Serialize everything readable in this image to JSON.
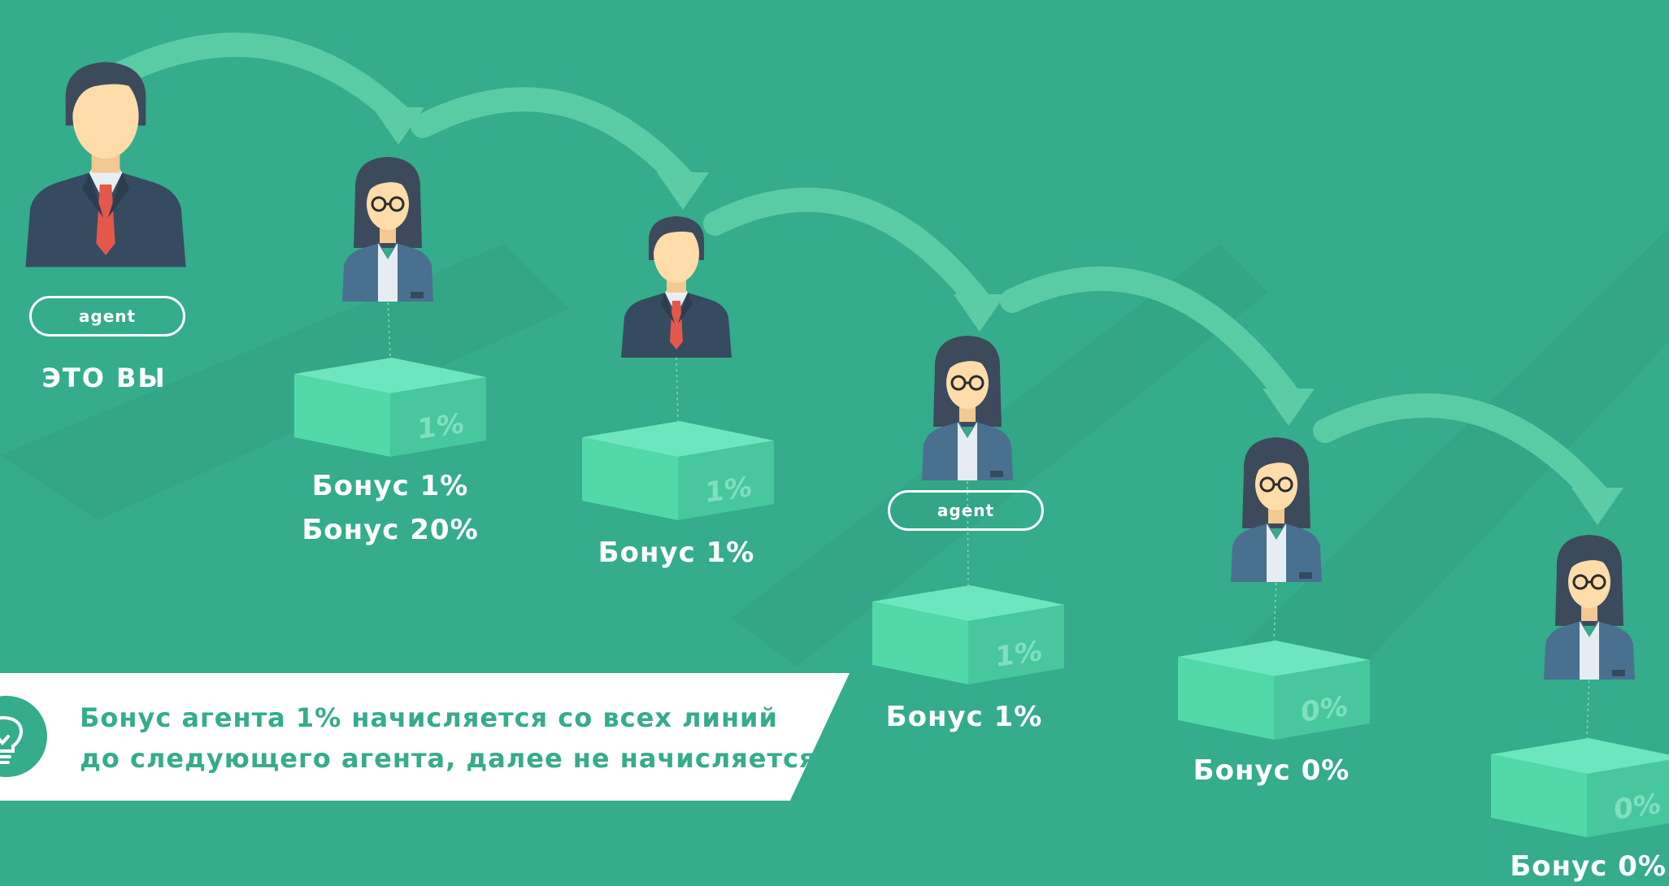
{
  "you_label": "ЭТО ВЫ",
  "nodes": [
    {
      "role": "man",
      "badge": "agent",
      "box_label": "",
      "bonus_lines": []
    },
    {
      "role": "woman",
      "badge": "",
      "box_label": "1%",
      "bonus_lines": [
        "Бонус 1%",
        "Бонус 20%"
      ]
    },
    {
      "role": "man",
      "badge": "",
      "box_label": "1%",
      "bonus_lines": [
        "Бонус 1%"
      ]
    },
    {
      "role": "woman",
      "badge": "agent",
      "box_label": "1%",
      "bonus_lines": [
        "Бонус 1%"
      ]
    },
    {
      "role": "woman",
      "badge": "",
      "box_label": "0%",
      "bonus_lines": [
        "Бонус 0%"
      ]
    },
    {
      "role": "woman",
      "badge": "",
      "box_label": "0%",
      "bonus_lines": [
        "Бонус 0%"
      ]
    }
  ],
  "info": {
    "icon": "lightbulb-icon",
    "line1": "Бонус агента 1% начисляется со всех линий",
    "line2": "до следующего агента, далее не начисляется"
  },
  "colors": {
    "background": "#35ac8b",
    "box_top": "#6de6bf",
    "box_left": "#52d8a9",
    "box_right": "#48c79f",
    "arrow": "#5ccca6",
    "banner": "#ffffff",
    "hair": "#3d4a5c",
    "skin": "#ffdcaa",
    "suit_man": "#364b5f",
    "suit_woman": "#4a7090",
    "tie": "#e4584a"
  }
}
